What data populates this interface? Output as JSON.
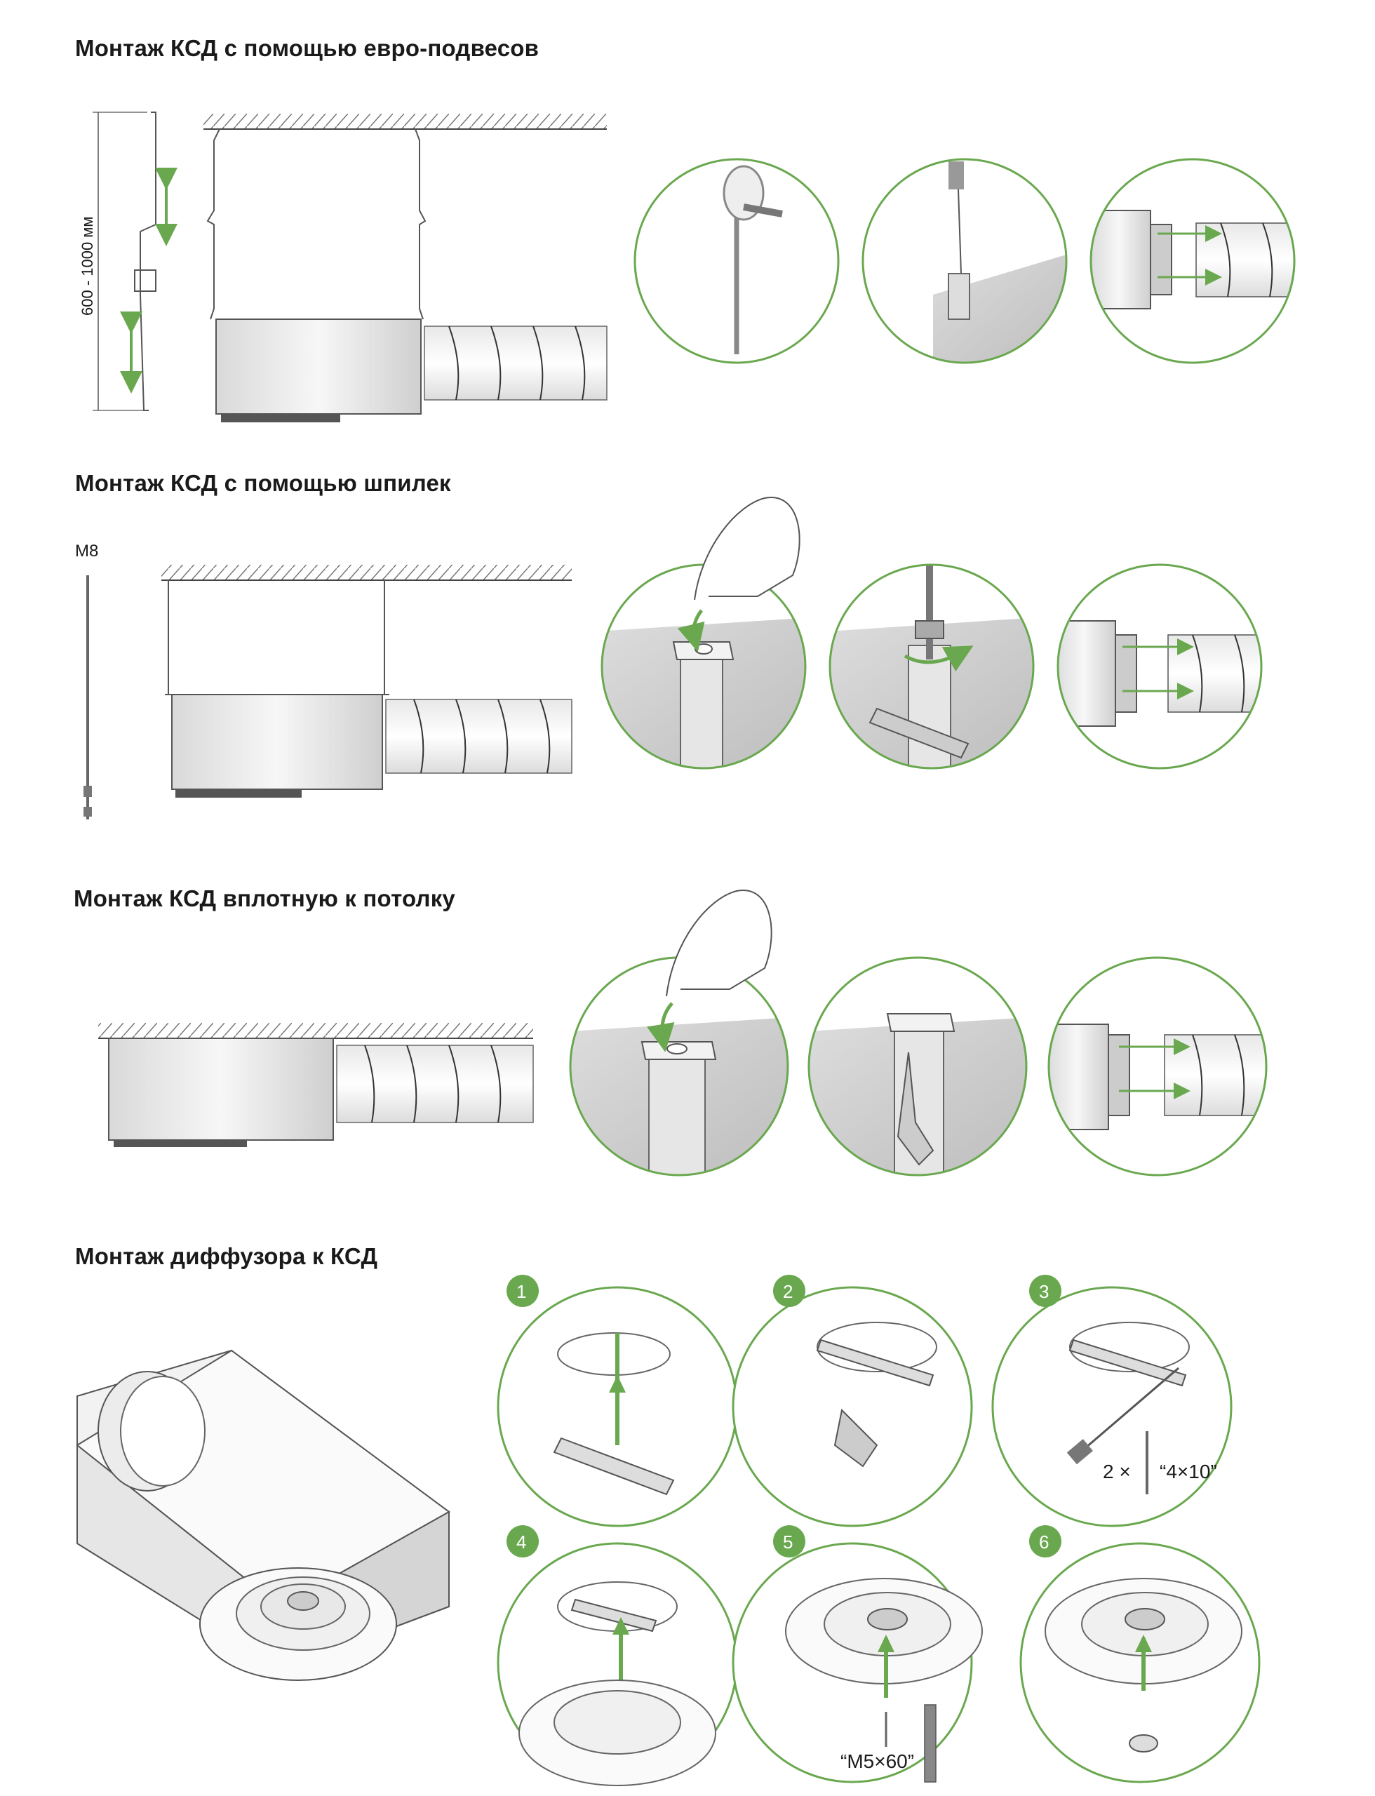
{
  "sections": [
    {
      "title": "Монтаж КСД с помощью евро-подвесов",
      "dimension_label": "600 - 1000 мм"
    },
    {
      "title": "Монтаж КСД с помощью шпилек",
      "rod_label": "M8"
    },
    {
      "title": "Монтаж КСД вплотную к потолку"
    },
    {
      "title": "Монтаж диффузора к КСД",
      "steps": [
        "1",
        "2",
        "3",
        "4",
        "5",
        "6"
      ],
      "screw_count": "2 ×",
      "screw_size": "“4×10”",
      "bolt_size": "“M5×60”"
    }
  ],
  "colors": {
    "accent_green": "#6aa84f",
    "line": "#555555",
    "ceiling_hatch": "#777777"
  }
}
